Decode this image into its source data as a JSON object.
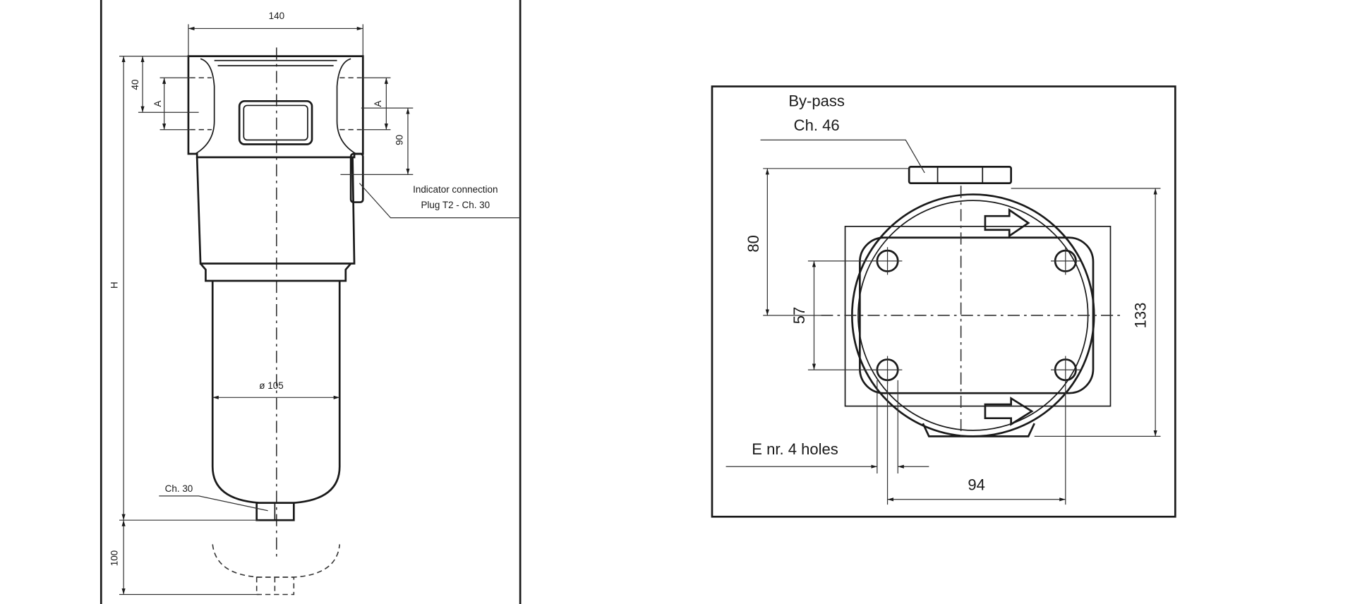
{
  "front_view": {
    "width_dim": "140",
    "height_dim": "H",
    "top_port_dim": "40",
    "port_left_label": "A",
    "port_right_label": "A",
    "indicator_dim": "90",
    "indicator_label_line1": "Indicator connection",
    "indicator_label_line2": "Plug T2 - Ch. 30",
    "bowl_diameter": "ø 105",
    "drain_label": "Ch. 30",
    "removal_clearance": "100"
  },
  "top_view": {
    "bypass_line1": "By-pass",
    "bypass_line2": "Ch. 46",
    "dim_80": "80",
    "dim_57": "57",
    "dim_133": "133",
    "dim_94": "94",
    "holes_label": "E nr. 4 holes"
  }
}
